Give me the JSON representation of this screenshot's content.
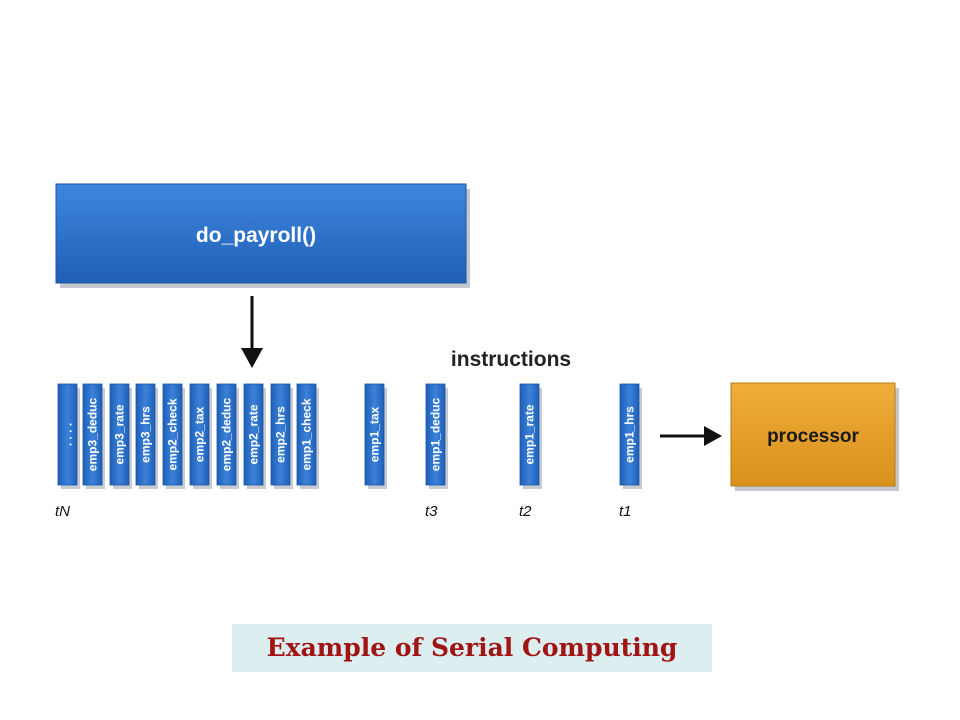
{
  "function_box": {
    "label": "do_payroll()",
    "color": "#2a6fc9"
  },
  "instructions_heading": "instructions",
  "instructions": [
    {
      "label": ". . . ."
    },
    {
      "label": "emp3_deduc"
    },
    {
      "label": "emp3_rate"
    },
    {
      "label": "emp3_hrs"
    },
    {
      "label": "emp2_check"
    },
    {
      "label": "emp2_tax"
    },
    {
      "label": "emp2_deduc"
    },
    {
      "label": "emp2_rate"
    },
    {
      "label": "emp2_hrs"
    },
    {
      "label": "emp1_check"
    },
    {
      "label": "emp1_tax"
    },
    {
      "label": "emp1_deduc"
    },
    {
      "label": "emp1_rate"
    },
    {
      "label": "emp1_hrs"
    }
  ],
  "time_labels": [
    "tN",
    "t3",
    "t2",
    "t1"
  ],
  "processor": {
    "label": "processor",
    "color": "#e8a028"
  },
  "bar_color": "#2a6fc9",
  "caption": "Example of Serial Computing"
}
